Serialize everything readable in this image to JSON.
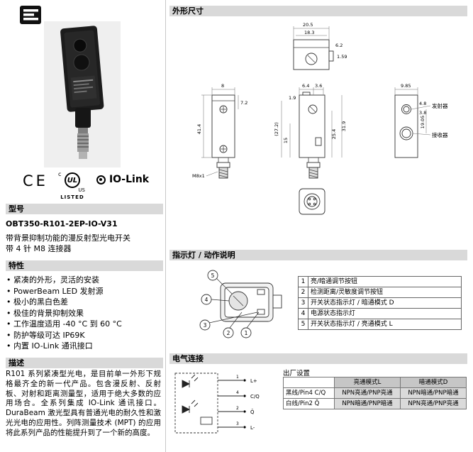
{
  "left": {
    "certifications": {
      "ce": "CE",
      "ul_c": "c",
      "ul": "UL",
      "ul_us": "US",
      "ul_listed": "LISTED",
      "iolink": "IO-Link"
    },
    "model_section": {
      "title": "型号",
      "model": "OBT350-R101-2EP-IO-V31",
      "description_lines": [
        "带背景抑制功能的漫反射型光电开关",
        "带 4 针 M8 连接器"
      ]
    },
    "features_section": {
      "title": "特性",
      "items": [
        "紧凑的外形，灵活的安装",
        "PowerBeam LED 发射源",
        "极小的黑白色差",
        "极佳的背景抑制效果",
        "工作温度适用 -40 °C 到 60 °C",
        "防护等级可达 IP69K",
        "内置 IO-Link 通讯接口"
      ]
    },
    "description_section": {
      "title": "描述",
      "text": "R101 系列紧凑型光电，是目前单一外形下规格最齐全的新一代产品。包含漫反射、反射板、对射和距离测量型，适用于绝大多数的应用场合。全系列集成 IO-Link 通讯接口。DuraBeam 激光型具有普通光电的耐久性和激光光电的应用性。列阵测量技术 (MPT) 的应用将此系列产品的性能提升到了一个新的高度。"
    }
  },
  "dimensions_section": {
    "title": "外形尺寸",
    "dims": {
      "w20_5": "20.5",
      "w18_3": "18.3",
      "w6_2": "6.2",
      "h1_59": "1.59",
      "w8": "8",
      "h7_2": "7.2",
      "h41_4": "41.4",
      "thread": "M8x1",
      "w6_4": "6.4",
      "w3_6": "3.6",
      "w1_9": "1.9",
      "h27_2": "(27.2)",
      "h15": "15",
      "h25_4": "25.4",
      "h31_9": "31.9",
      "w9_85": "9.85",
      "h4_8": "4.8",
      "h3_8": "3.8",
      "h19_05": "19.05"
    },
    "emitter": "发射器",
    "receiver": "接收器"
  },
  "indicators_section": {
    "title": "指示灯 / 动作说明",
    "rows": [
      {
        "num": "1",
        "text": "亮/暗通调节按钮"
      },
      {
        "num": "2",
        "text": "检测距离/灵敏度调节按钮"
      },
      {
        "num": "3",
        "text": "开关状态指示灯 / 暗通模式 D"
      },
      {
        "num": "4",
        "text": "电源状态指示灯"
      },
      {
        "num": "5",
        "text": "开关状态指示灯 / 亮通模式 L"
      }
    ]
  },
  "electrical_section": {
    "title": "电气连接",
    "factory_label": "出厂设置",
    "wires": [
      {
        "pin": "1",
        "label": "L+"
      },
      {
        "pin": "4",
        "label": "C/Q"
      },
      {
        "pin": "2",
        "label": "Q̄"
      },
      {
        "pin": "3",
        "label": "L-"
      }
    ],
    "table": {
      "col_headers": [
        "亮通模式L",
        "暗通模式D"
      ],
      "rows": [
        {
          "label": "黑线/Pin4 C/Q",
          "light_on": "NPN亮通/PNP亮通",
          "dark_on": "NPN暗通/PNP暗通"
        },
        {
          "label": "白线/Pin2 Q̄",
          "light_on": "NPN暗通/PNP暗通",
          "dark_on": "NPN亮通/PNP亮通"
        }
      ]
    }
  }
}
